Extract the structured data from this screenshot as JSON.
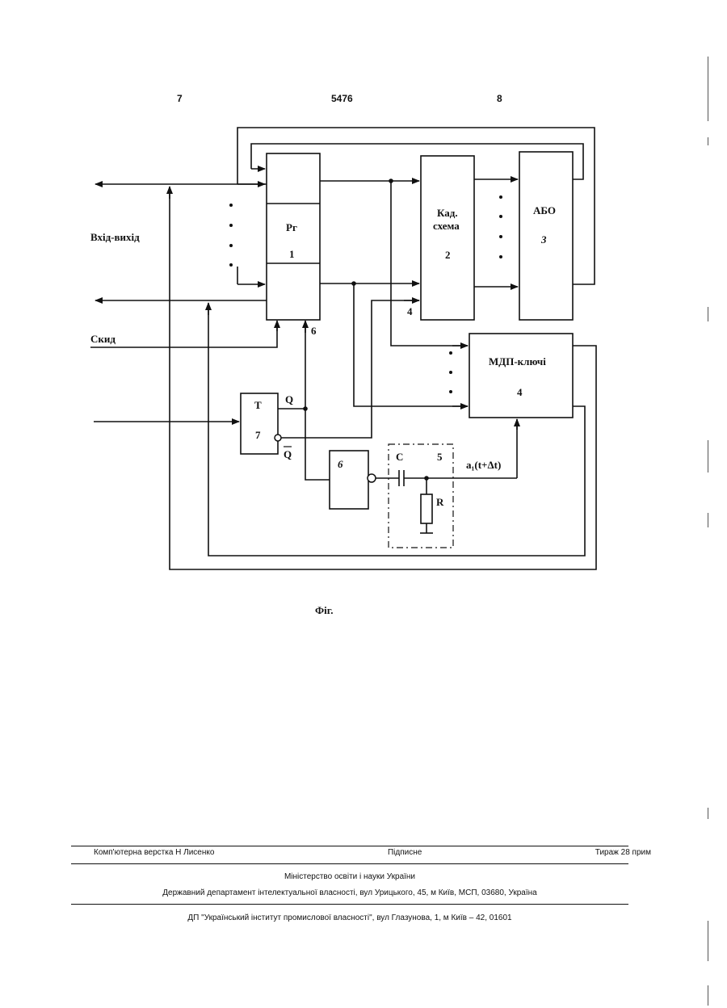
{
  "header": {
    "left_page": "7",
    "patent_number": "5476",
    "right_page": "8"
  },
  "diagram": {
    "left_labels": {
      "io": "Вхід-вихід",
      "reset": "Скид"
    },
    "block_register": {
      "name": "Рг",
      "number": "1"
    },
    "block_combinational": {
      "line1": "Кад.",
      "line2": "схема",
      "number": "2"
    },
    "block_or": {
      "name": "АБО",
      "number": "3"
    },
    "block_mos_keys": {
      "name": "МДП-ключі",
      "number": "4"
    },
    "block_trigger": {
      "name": "Т",
      "number": "7",
      "q_label": "Q",
      "qbar_label": "Q"
    },
    "block_gate": {
      "number": "6"
    },
    "block_rc": {
      "c_label": "C",
      "r_label": "R",
      "number": "5"
    },
    "wire_labels": {
      "four": "4",
      "six": "6",
      "signal": "a₁(t+Δt)"
    },
    "caption": "Фіг."
  },
  "footer": {
    "layout_credit": "Комп'ютерна верстка Н  Лисенко",
    "subscription": "Підписне",
    "circulation": "Тираж 28 прим",
    "ministry": "Міністерство освіти і науки України",
    "department": "Державний департамент інтелектуальної власності, вул  Урицького, 45, м  Київ, МСП, 03680, Україна",
    "institute": "ДП \"Український інститут промислової власності\", вул  Глазунова, 1, м  Київ – 42, 01601"
  }
}
